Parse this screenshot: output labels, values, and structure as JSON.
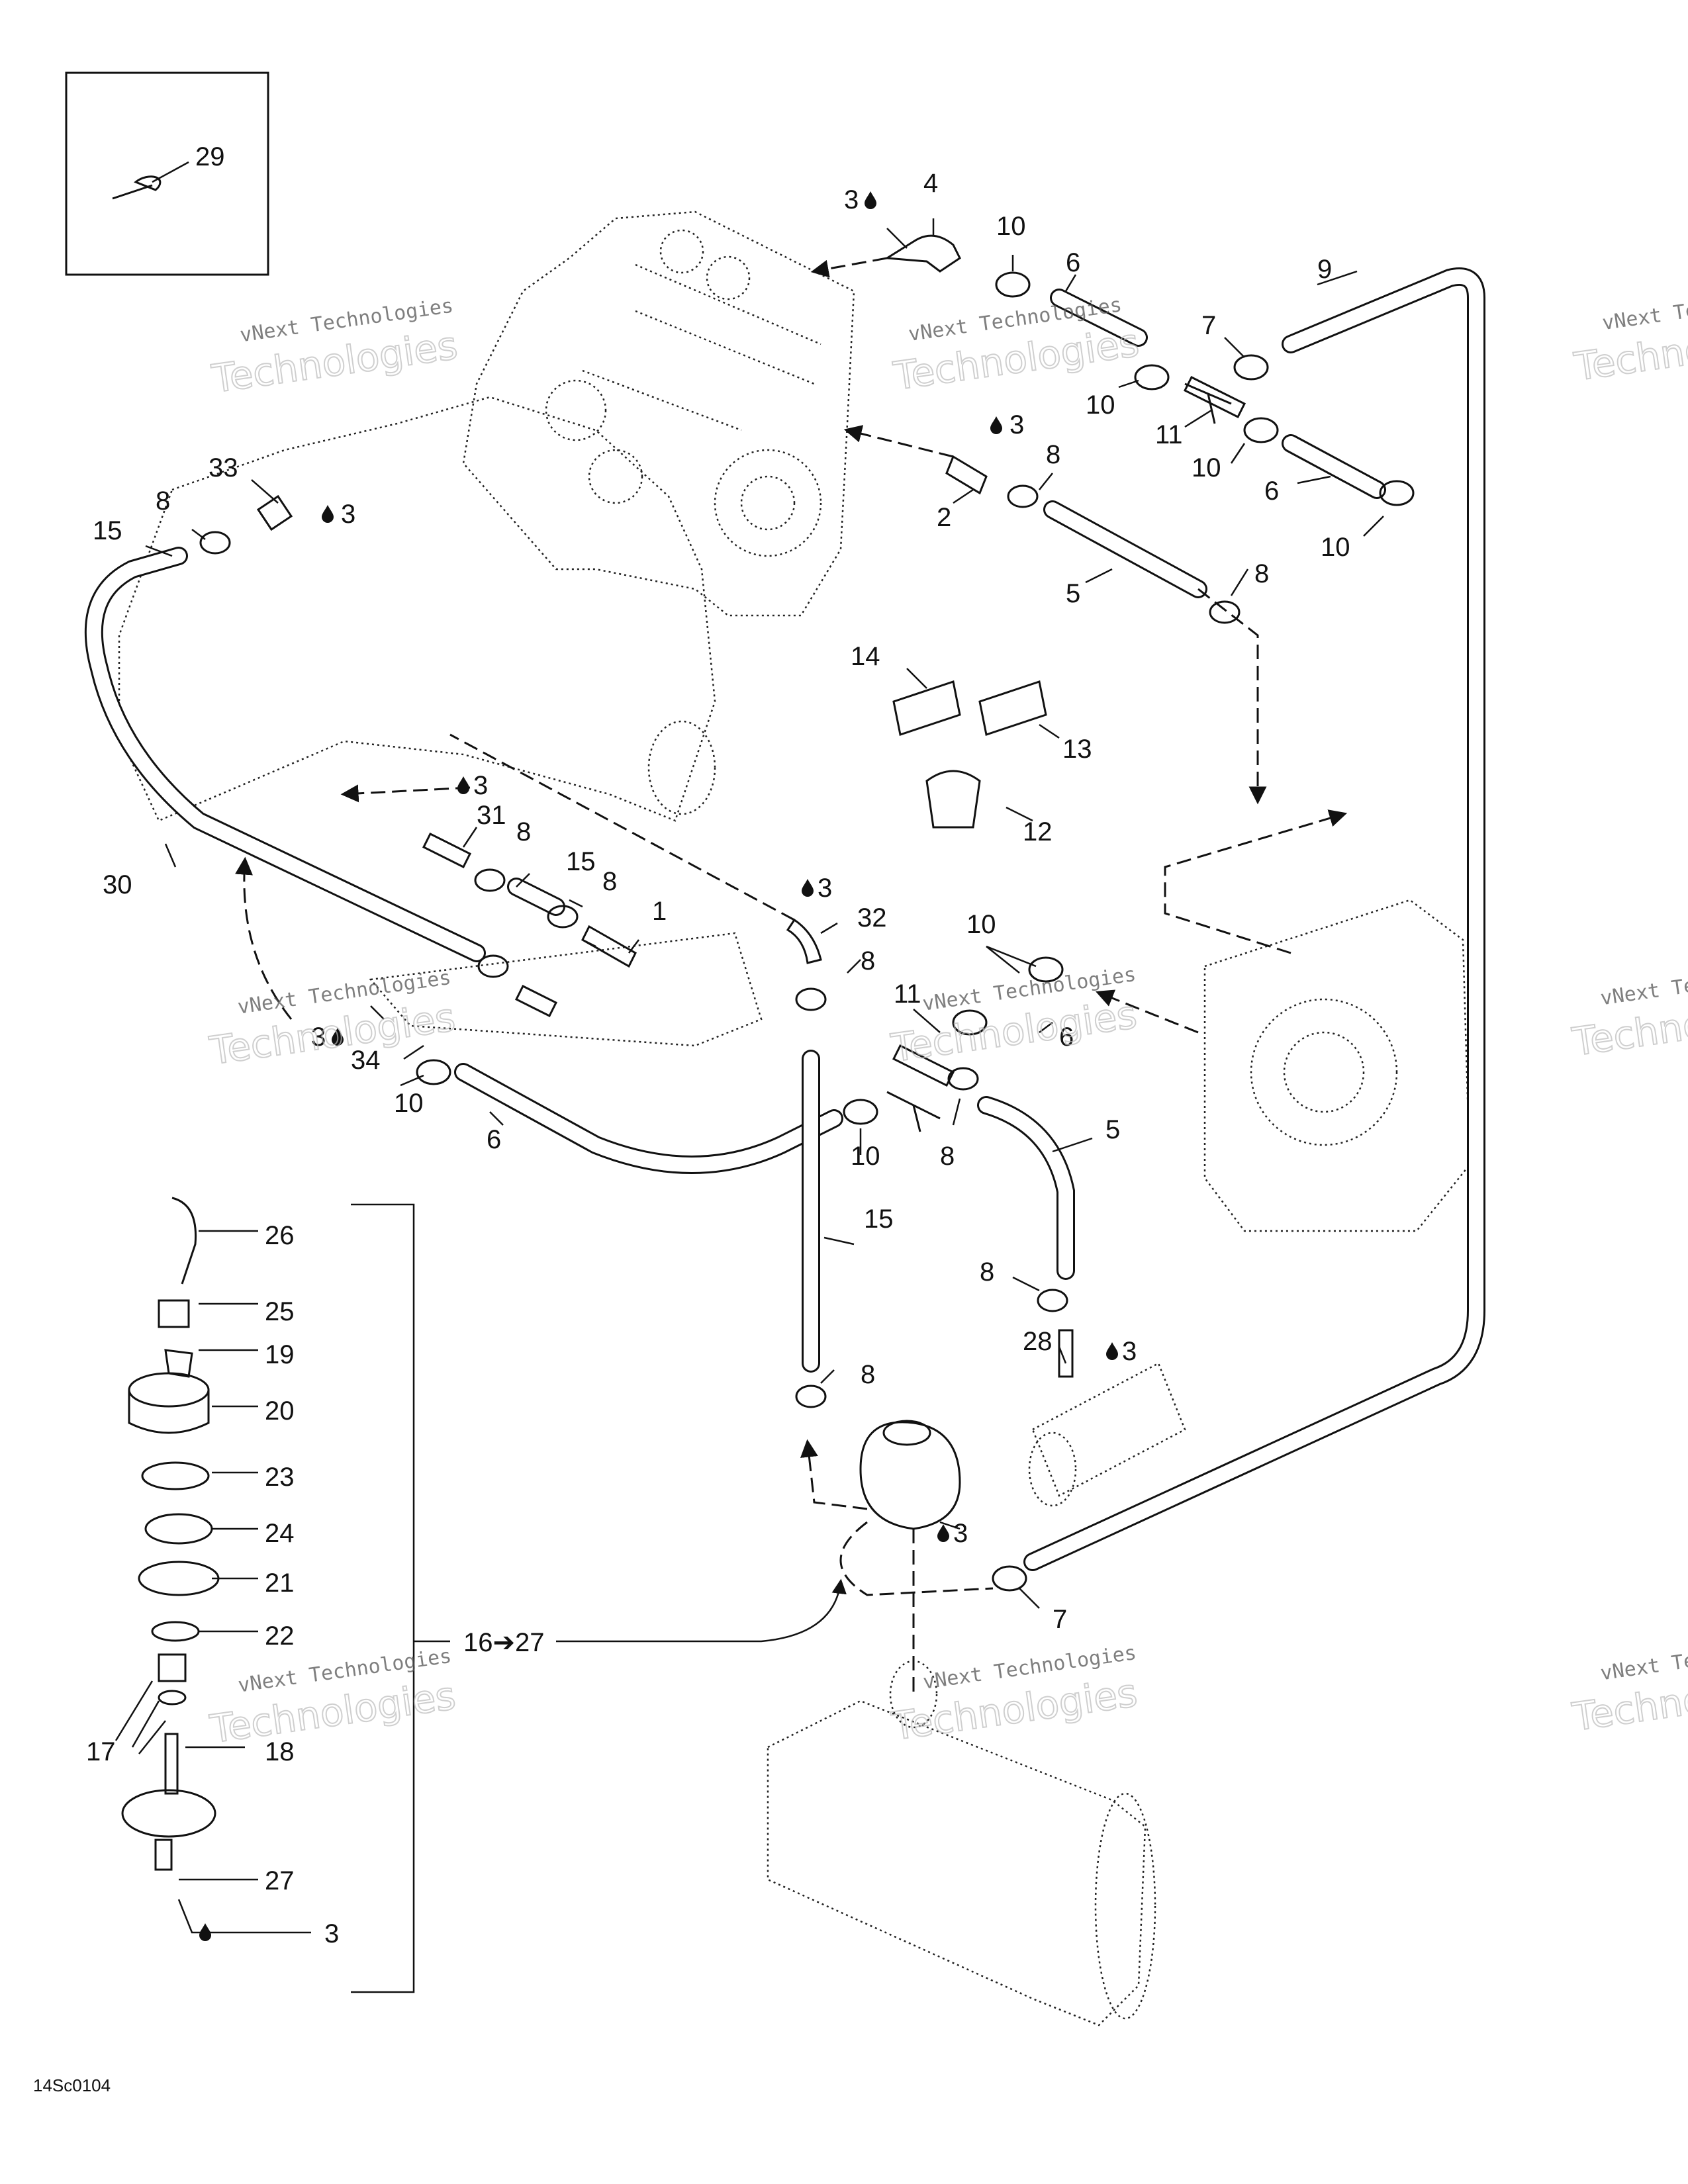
{
  "watermark": {
    "line1": "vNext Technologies",
    "line2": "Technologies"
  },
  "drawing_code": "14Sc0104",
  "callouts": [
    "29",
    "4",
    "3",
    "10",
    "6",
    "9",
    "7",
    "10",
    "11",
    "10",
    "6",
    "10",
    "3",
    "2",
    "8",
    "5",
    "8",
    "33",
    "8",
    "3",
    "15",
    "14",
    "13",
    "12",
    "3",
    "31",
    "8",
    "15",
    "8",
    "1",
    "3",
    "32",
    "8",
    "30",
    "10",
    "11",
    "6",
    "3",
    "34",
    "10",
    "6",
    "10",
    "8",
    "5",
    "15",
    "8",
    "28",
    "3",
    "8",
    "3",
    "7",
    "26",
    "25",
    "19",
    "20",
    "23",
    "24",
    "21",
    "22",
    "16➔27",
    "17",
    "18",
    "27",
    "3"
  ],
  "icons": {
    "sealant": "sealant-drop-icon",
    "flow": "flow-arrow-icon"
  }
}
